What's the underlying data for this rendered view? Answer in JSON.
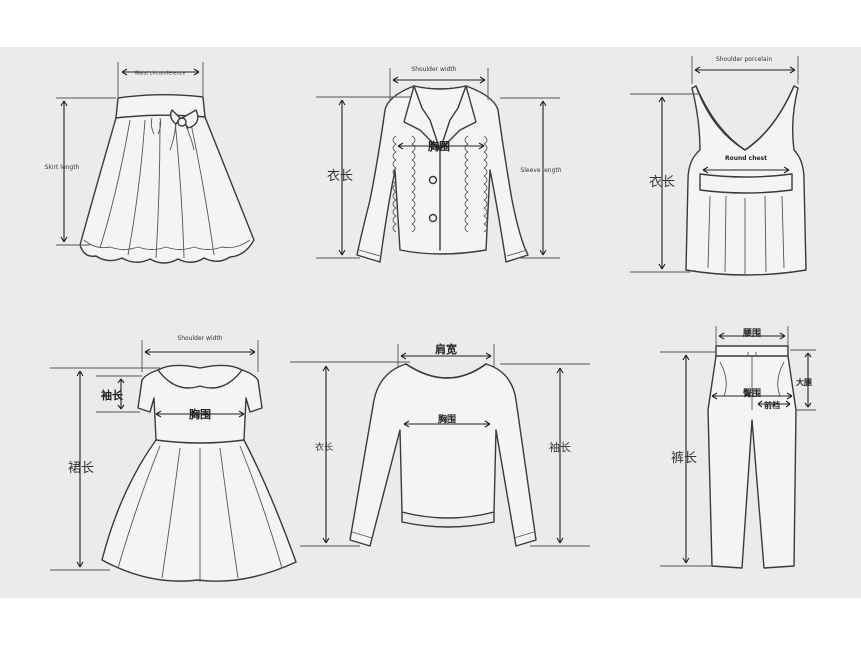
{
  "labels": {
    "skirt_waist": "Waist circumference",
    "skirt_length": "Skirt length",
    "jacket_shoulder": "Shoulder width",
    "jacket_chest": "胸围",
    "jacket_length": "衣长",
    "jacket_sleeve": "Sleeve length",
    "top_shoulder": "Shoulder porcelain",
    "top_chest": "Round chest",
    "top_length": "衣长",
    "dress_shoulder": "Shoulder width",
    "dress_sleeve": "袖长",
    "dress_chest": "胸围",
    "dress_length": "裙长",
    "sweater_shoulder": "肩宽",
    "sweater_chest": "胸围",
    "sweater_length": "衣长",
    "sweater_sleeve": "袖长",
    "pants_waist": "腰围",
    "pants_hip": "臀围",
    "pants_front_rise": "前裆",
    "pants_thigh": "大腿",
    "pants_length": "裤长"
  }
}
